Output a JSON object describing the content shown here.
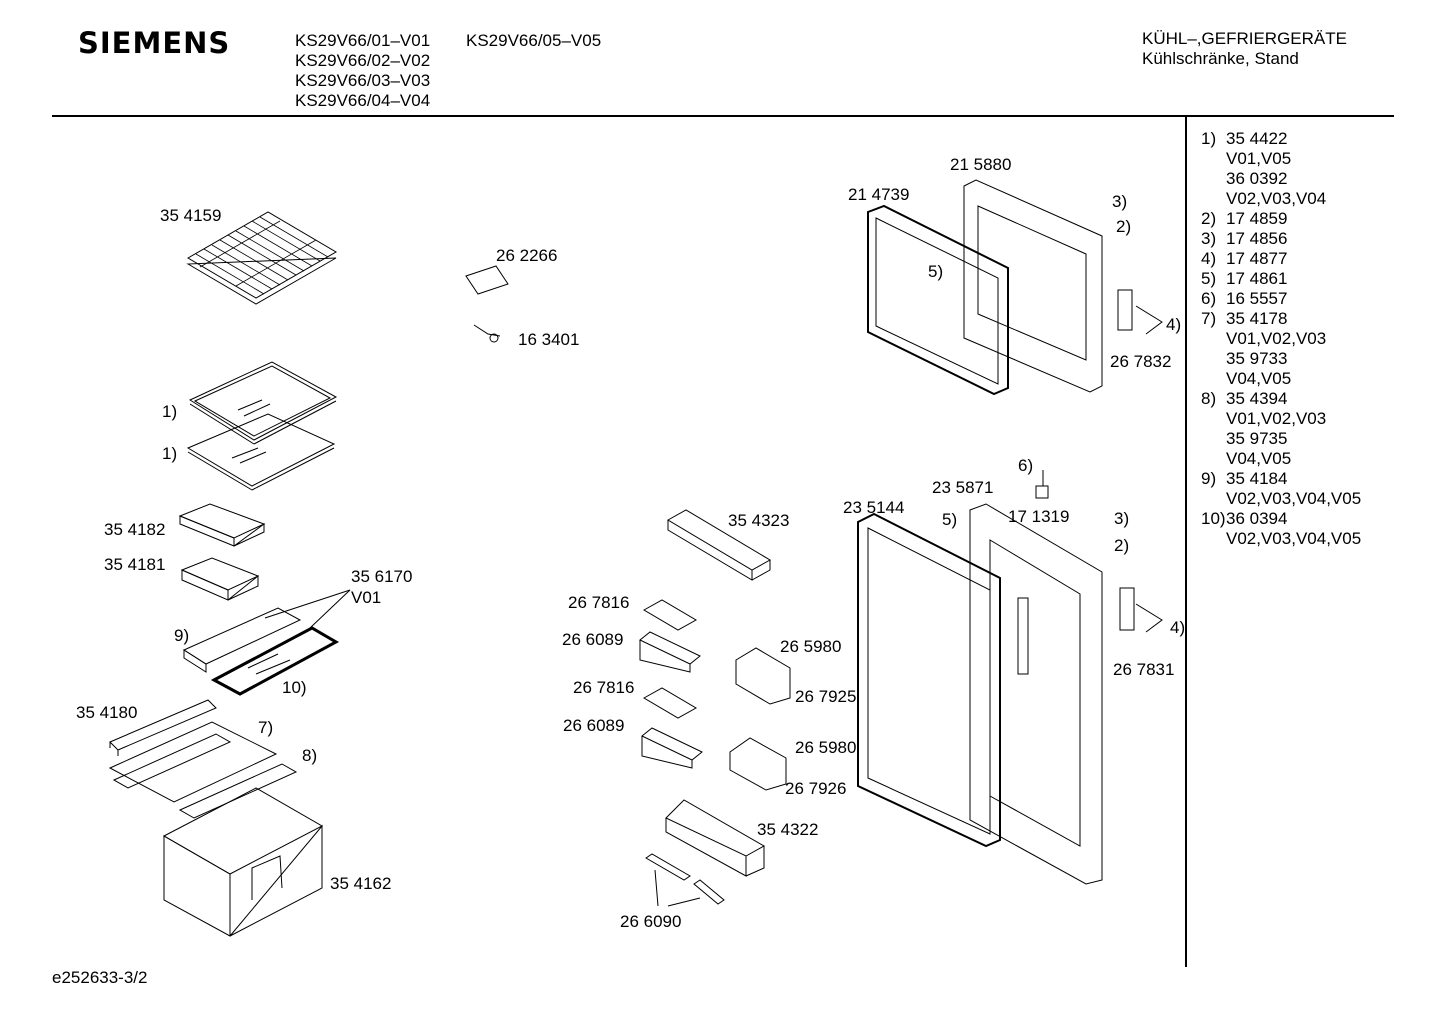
{
  "brand": "SIEMENS",
  "models": [
    "KS29V66/01–V01",
    "KS29V66/02–V02",
    "KS29V66/03–V03",
    "KS29V66/04–V04",
    "KS29V66/05–V05"
  ],
  "category": {
    "line1": "KÜHL–,GEFRIERGERÄTE",
    "line2": "Kühlschränke, Stand"
  },
  "doc_id": "e252633-3/2",
  "legend": [
    {
      "key": "1)",
      "lines": [
        "35 4422",
        "V01,V05",
        "36 0392",
        "V02,V03,V04"
      ]
    },
    {
      "key": "2)",
      "lines": [
        "17 4859"
      ]
    },
    {
      "key": "3)",
      "lines": [
        "17 4856"
      ]
    },
    {
      "key": "4)",
      "lines": [
        "17 4877"
      ]
    },
    {
      "key": "5)",
      "lines": [
        "17 4861"
      ]
    },
    {
      "key": "6)",
      "lines": [
        "16 5557"
      ]
    },
    {
      "key": "7)",
      "lines": [
        "35 4178",
        "V01,V02,V03",
        "35 9733",
        "V04,V05"
      ]
    },
    {
      "key": "8)",
      "lines": [
        "35 4394",
        "V01,V02,V03",
        "35 9735",
        "V04,V05"
      ]
    },
    {
      "key": "9)",
      "lines": [
        "35 4184",
        "V02,V03,V04,V05"
      ]
    },
    {
      "key": "10)",
      "lines": [
        "36 0394",
        "V02,V03,V04,V05"
      ]
    }
  ],
  "parts": {
    "p354159": "35 4159",
    "p262266": "26 2266",
    "p163401": "16 3401",
    "ref1a": "1)",
    "ref1b": "1)",
    "p354182": "35 4182",
    "p354181": "35 4181",
    "p356170": "35 6170",
    "v01": "V01",
    "ref9": "9)",
    "ref10": "10)",
    "p354180": "35 4180",
    "ref7": "7)",
    "ref8": "8)",
    "p354162": "35 4162",
    "p354323": "35 4323",
    "p267816a": "26 7816",
    "p266089a": "26 6089",
    "p265980a": "26 5980",
    "p267816b": "26 7816",
    "p267925": "26 7925",
    "p266089b": "26 6089",
    "p265980b": "26 5980",
    "p267926": "26 7926",
    "p354322": "35 4322",
    "p266090": "26 6090",
    "p215880": "21 5880",
    "p214739": "21 4739",
    "ref3a": "3)",
    "ref2a": "2)",
    "ref5a": "5)",
    "ref4a": "4)",
    "p267832": "26 7832",
    "ref6": "6)",
    "p235871": "23 5871",
    "p235144": "23 5144",
    "ref5b": "5)",
    "p171319": "17 1319",
    "ref3b": "3)",
    "ref2b": "2)",
    "ref4b": "4)",
    "p267831": "26 7831"
  }
}
